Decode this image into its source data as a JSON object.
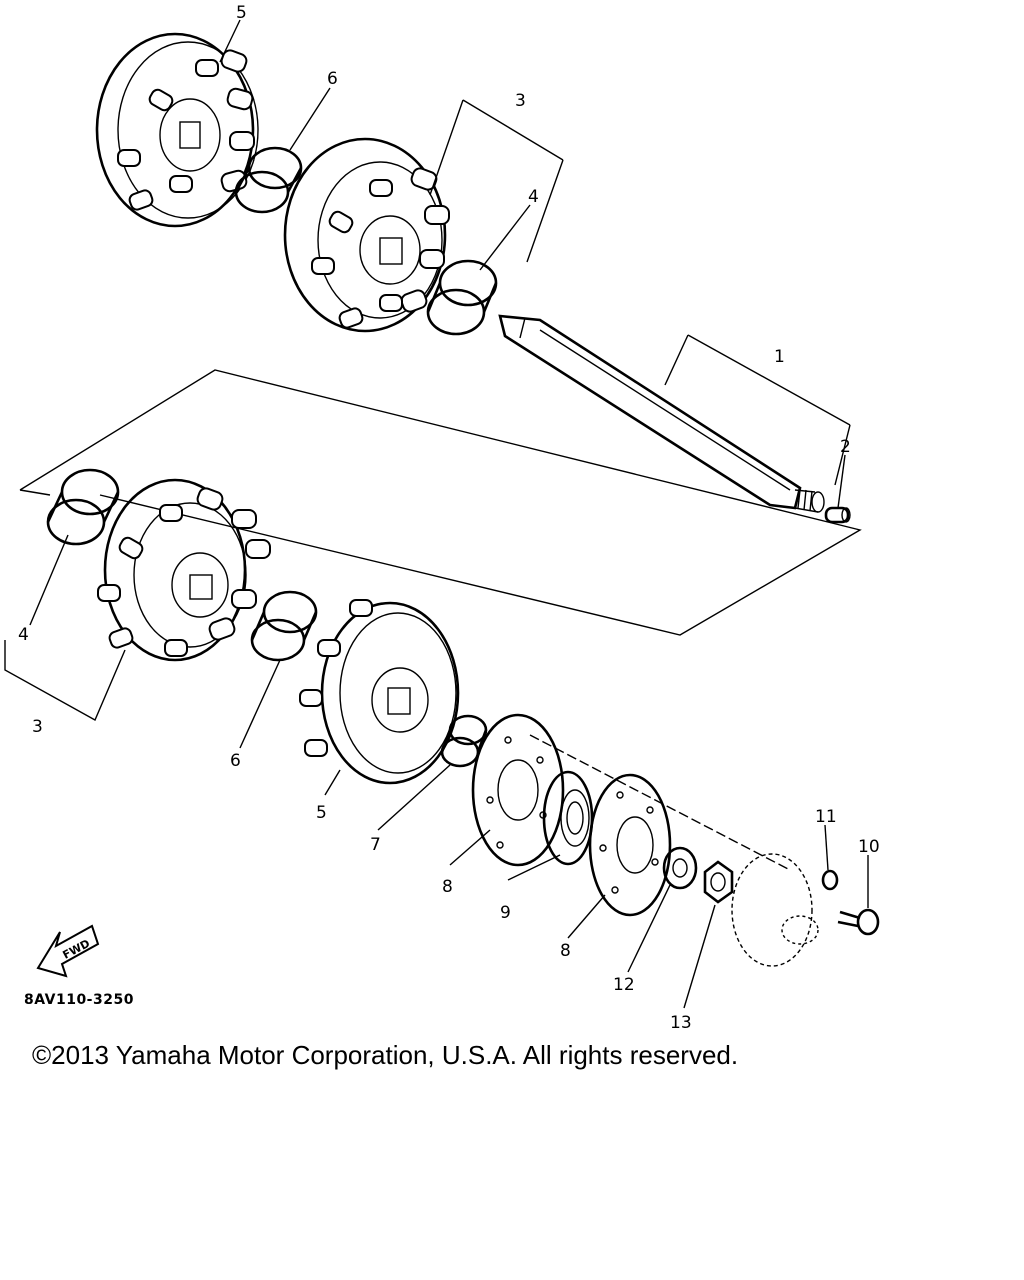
{
  "diagram": {
    "callouts": {
      "c1": "1",
      "c2": "2",
      "c3_top": "3",
      "c3_bottom": "3",
      "c4_top": "4",
      "c4_bottom": "4",
      "c5_top": "5",
      "c5_bottom": "5",
      "c6_top": "6",
      "c6_bottom": "6",
      "c7": "7",
      "c8_left": "8",
      "c8_right": "8",
      "c9": "9",
      "c10": "10",
      "c11": "11",
      "c12": "12",
      "c13": "13"
    },
    "fwd_label": "FWD",
    "part_code": "8AV110-3250"
  },
  "footer": {
    "copyright": "©2013 Yamaha Motor Corporation, U.S.A. All rights reserved."
  },
  "icons": {
    "forward_arrow": "forward-arrow-icon"
  }
}
